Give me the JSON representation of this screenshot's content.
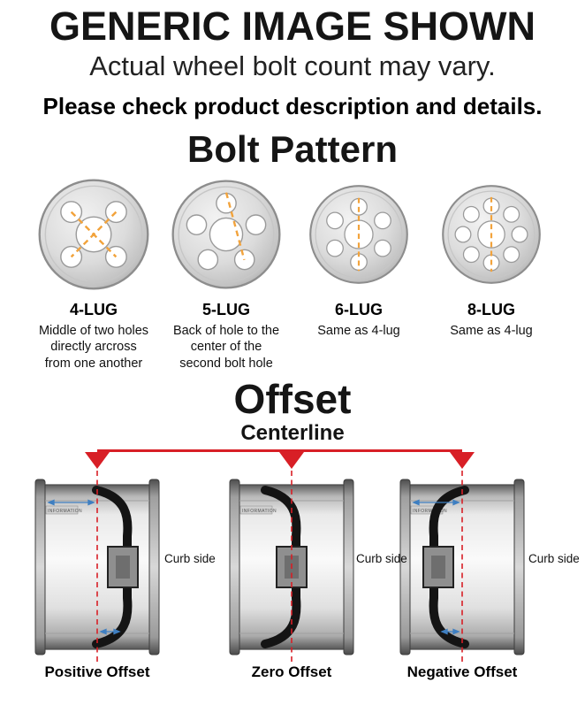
{
  "header": {
    "title": "GENERIC IMAGE SHOWN",
    "subtitle": "Actual wheel bolt count may vary.",
    "note": "Please check product description and details."
  },
  "bolt_pattern": {
    "title": "Bolt Pattern",
    "lugs": [
      {
        "name": "4-LUG",
        "description": "Middle of two holes directly arcross from one another"
      },
      {
        "name": "5-LUG",
        "description": "Back of hole to the center of the second bolt hole"
      },
      {
        "name": "6-LUG",
        "description": "Same as 4-lug"
      },
      {
        "name": "8-LUG",
        "description": "Same as 4-lug"
      }
    ]
  },
  "offset": {
    "title": "Offset",
    "centerline_label": "Centerline",
    "curb_side_label": "Curb side",
    "watermark_label": "INFORMATION",
    "types": [
      {
        "label": "Positive Offset"
      },
      {
        "label": "Zero Offset"
      },
      {
        "label": "Negative Offset"
      }
    ]
  },
  "colors": {
    "accent_red": "#d81f26",
    "dash_orange": "#f2a33c",
    "arrow_blue": "#3f7fc1",
    "wheel_gray": "#c9c9c9"
  }
}
